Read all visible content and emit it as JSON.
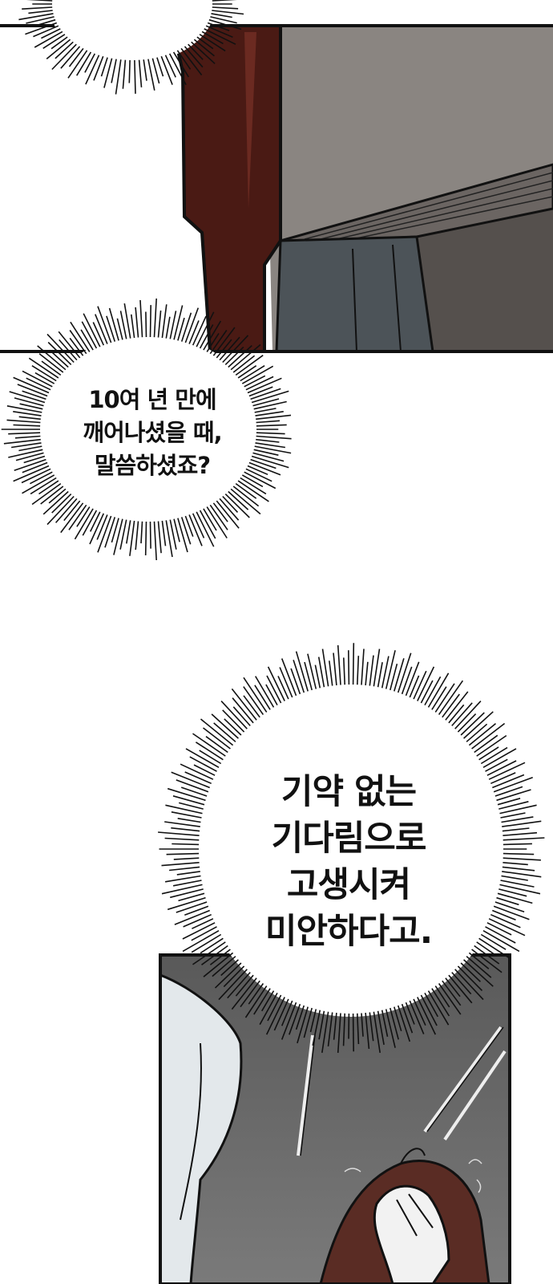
{
  "bubbles": {
    "first": {
      "lines": [
        "10여 년 만에",
        "깨어나셨을 때,",
        "말씀하셨죠?"
      ]
    },
    "second": {
      "lines": [
        "기약 없는",
        "기다림으로",
        "고생시켜",
        "미안하다고."
      ]
    }
  },
  "colors": {
    "background": "#ffffff",
    "ink": "#111111",
    "robe_red": "#4a1a14",
    "wall_gray": "#8a8581",
    "trouser_slate": "#4c5358",
    "bottom_panel_gray": "#6e6e6e",
    "white_hair": "#e3e8eb",
    "hair_brown": "#5a2c24"
  }
}
